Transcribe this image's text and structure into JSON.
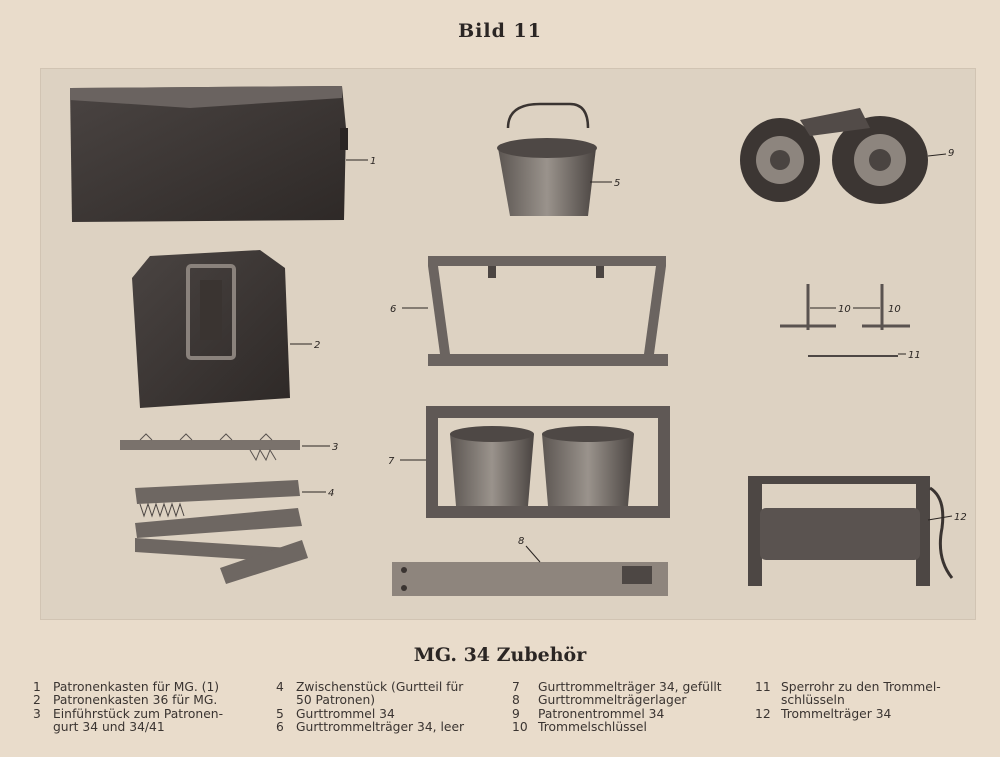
{
  "page": {
    "title": "Bild 11",
    "caption": "MG. 34 Zubehör"
  },
  "figure": {
    "callouts": [
      "1",
      "2",
      "3",
      "4",
      "5",
      "6",
      "7",
      "8",
      "9",
      "10",
      "10",
      "11",
      "12"
    ]
  },
  "legend": {
    "col1": [
      {
        "num": "1",
        "text": "Patronenkasten für MG. (1)"
      },
      {
        "num": "2",
        "text": "Patronenkasten 36 für MG."
      },
      {
        "num": "3",
        "text": "Einführstück zum Patronen-",
        "cont": "gurt 34 und 34/41"
      }
    ],
    "col2": [
      {
        "num": "4",
        "text": "Zwischenstück (Gurtteil für",
        "cont": "50 Patronen)"
      },
      {
        "num": "5",
        "text": "Gurttrommel 34"
      },
      {
        "num": "6",
        "text": "Gurttrommelträger 34, leer"
      }
    ],
    "col3": [
      {
        "num": "7",
        "text": "Gurttrommelträger 34, gefüllt"
      },
      {
        "num": "8",
        "text": "Gurttrommelträgerlager"
      },
      {
        "num": "9",
        "text": "Patronentrommel 34"
      },
      {
        "num": "10",
        "text": "Trommelschlüssel"
      }
    ],
    "col4": [
      {
        "num": "11",
        "text": "Sperrohr zu den Trommel-",
        "cont": "schlüsseln"
      },
      {
        "num": "12",
        "text": "Trommelträger 34"
      }
    ]
  }
}
